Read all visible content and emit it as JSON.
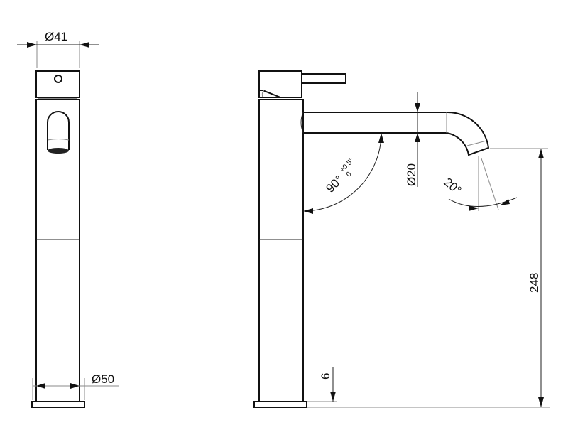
{
  "dimensions": {
    "top_diameter": "Ø41",
    "base_diameter": "Ø50",
    "spout_diameter": "Ø20",
    "spout_angle": "90°",
    "spout_angle_tol_upper": "+0.5°",
    "spout_angle_tol_lower": "0",
    "outlet_angle": "20°",
    "height": "248",
    "base_height": "6"
  }
}
